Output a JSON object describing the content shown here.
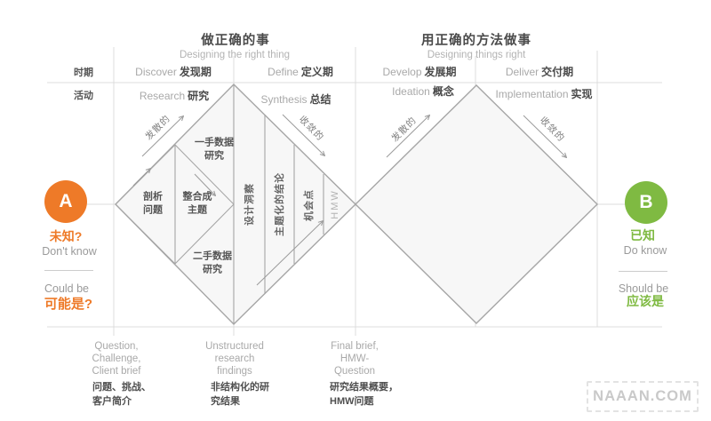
{
  "header": {
    "left_title": "做正确的事",
    "left_subtitle": "Designing the right thing",
    "right_title": "用正确的方法做事",
    "right_subtitle": "Designing things right"
  },
  "axis": {
    "period": "时期",
    "activity": "活动"
  },
  "phases": [
    {
      "en": "Discover",
      "zh": "发现期"
    },
    {
      "en": "Define",
      "zh": "定义期"
    },
    {
      "en": "Develop",
      "zh": "发展期"
    },
    {
      "en": "Deliver",
      "zh": "交付期"
    }
  ],
  "activities": [
    {
      "en": "Research",
      "zh": "研究"
    },
    {
      "en": "Synthesis",
      "zh": "总结"
    },
    {
      "en": "Ideation",
      "zh": "概念"
    },
    {
      "en": "Implementation",
      "zh": "实现"
    }
  ],
  "diamond1": {
    "divergent": "发散的",
    "convergent": "收敛的",
    "analyze": "剖析\n问题",
    "integrate": "整合成\n主题",
    "primary_research": "一手数据\n研究",
    "secondary_research": "二手数据\n研究",
    "design_insight": "设计洞察",
    "themed_conclusion": "主题化的结论",
    "opportunity": "机会点",
    "hmw": "HMW"
  },
  "diamond2": {
    "divergent": "发散的",
    "convergent": "收敛的"
  },
  "endpoint_a": {
    "letter": "A",
    "zh_top": "未知?",
    "en_top": "Don't know",
    "en_bottom": "Could be",
    "zh_bottom": "可能是?"
  },
  "endpoint_b": {
    "letter": "B",
    "zh_top": "已知",
    "en_top": "Do know",
    "en_bottom": "Should be",
    "zh_bottom": "应该是"
  },
  "milestones": [
    {
      "en": "Question,\nChallenge,\nClient brief",
      "zh": "问题、挑战、\n客户简介"
    },
    {
      "en": "Unstructured\nresearch\nfindings",
      "zh": "非结构化的研\n究结果"
    },
    {
      "en": "Final brief,\nHMW-\nQuestion",
      "zh": "研究结果概要，\nHMW问题"
    }
  ],
  "watermark": "NAAAN.COM",
  "colors": {
    "orange": "#EE7A28",
    "green": "#7FBA42"
  }
}
